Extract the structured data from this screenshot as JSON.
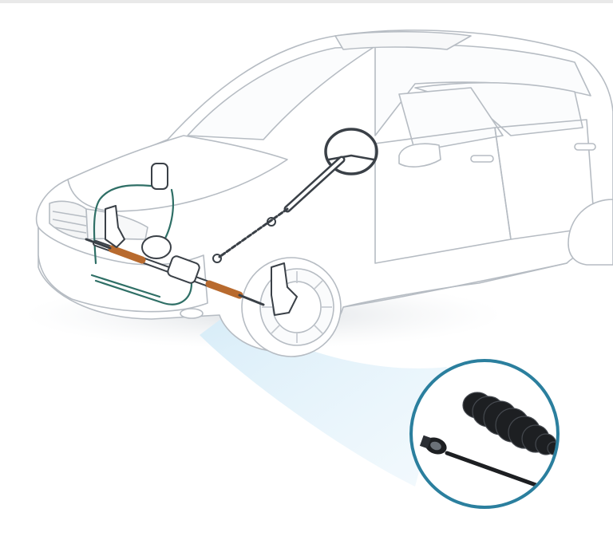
{
  "diagram": {
    "subject": "car-steering-system-cutaway",
    "components": [
      "steering-wheel",
      "steering-column",
      "intermediate-shaft",
      "rack-and-pinion-housing",
      "power-steering-reservoir",
      "power-steering-pump",
      "hydraulic-lines",
      "inner-tie-rod",
      "tie-rod-boot",
      "steering-knuckle",
      "front-wheel"
    ],
    "inset": {
      "items": [
        "inner-tie-rod",
        "rack-boot"
      ]
    }
  },
  "colors": {
    "car_outline": "#b9bec4",
    "car_body": "#ffffff",
    "steering_parts": "#3a4047",
    "hydraulic_line": "#2f6f66",
    "boot_copper": "#b86a2e",
    "spotlight": "#bfe0f4",
    "inset_ring": "#2b7f9e",
    "inset_part": "#1d1f22"
  }
}
